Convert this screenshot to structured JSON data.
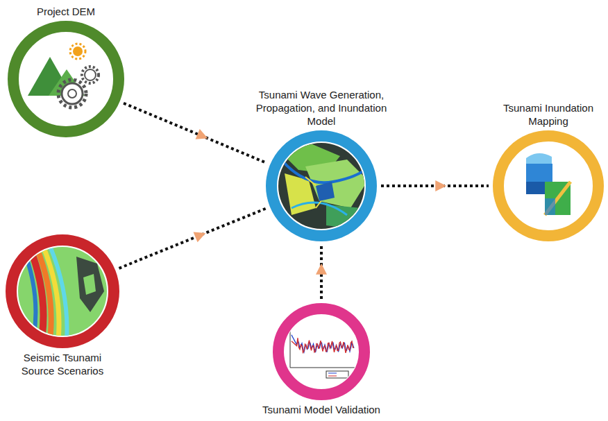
{
  "diagram": {
    "nodes": [
      {
        "text": [
          "Project DEM"
        ]
      },
      {
        "text": [
          "Tsunami Wave Generation, Propagation, and Inundation Model"
        ]
      },
      {
        "text": [
          "Tsunami Inundation Mapping"
        ]
      },
      {
        "text": [
          "Seismic Tsunami Source Scenarios"
        ]
      },
      {
        "text": [
          "Tsunami Model Validation"
        ]
      }
    ],
    "edges": [
      {
        "from": 0,
        "to": 1,
        "arrow": "to"
      },
      {
        "from": 3,
        "to": 1,
        "arrow": "to"
      },
      {
        "from": 4,
        "to": 1,
        "arrow": "to"
      },
      {
        "from": 1,
        "to": 2,
        "arrow": "to"
      }
    ]
  }
}
